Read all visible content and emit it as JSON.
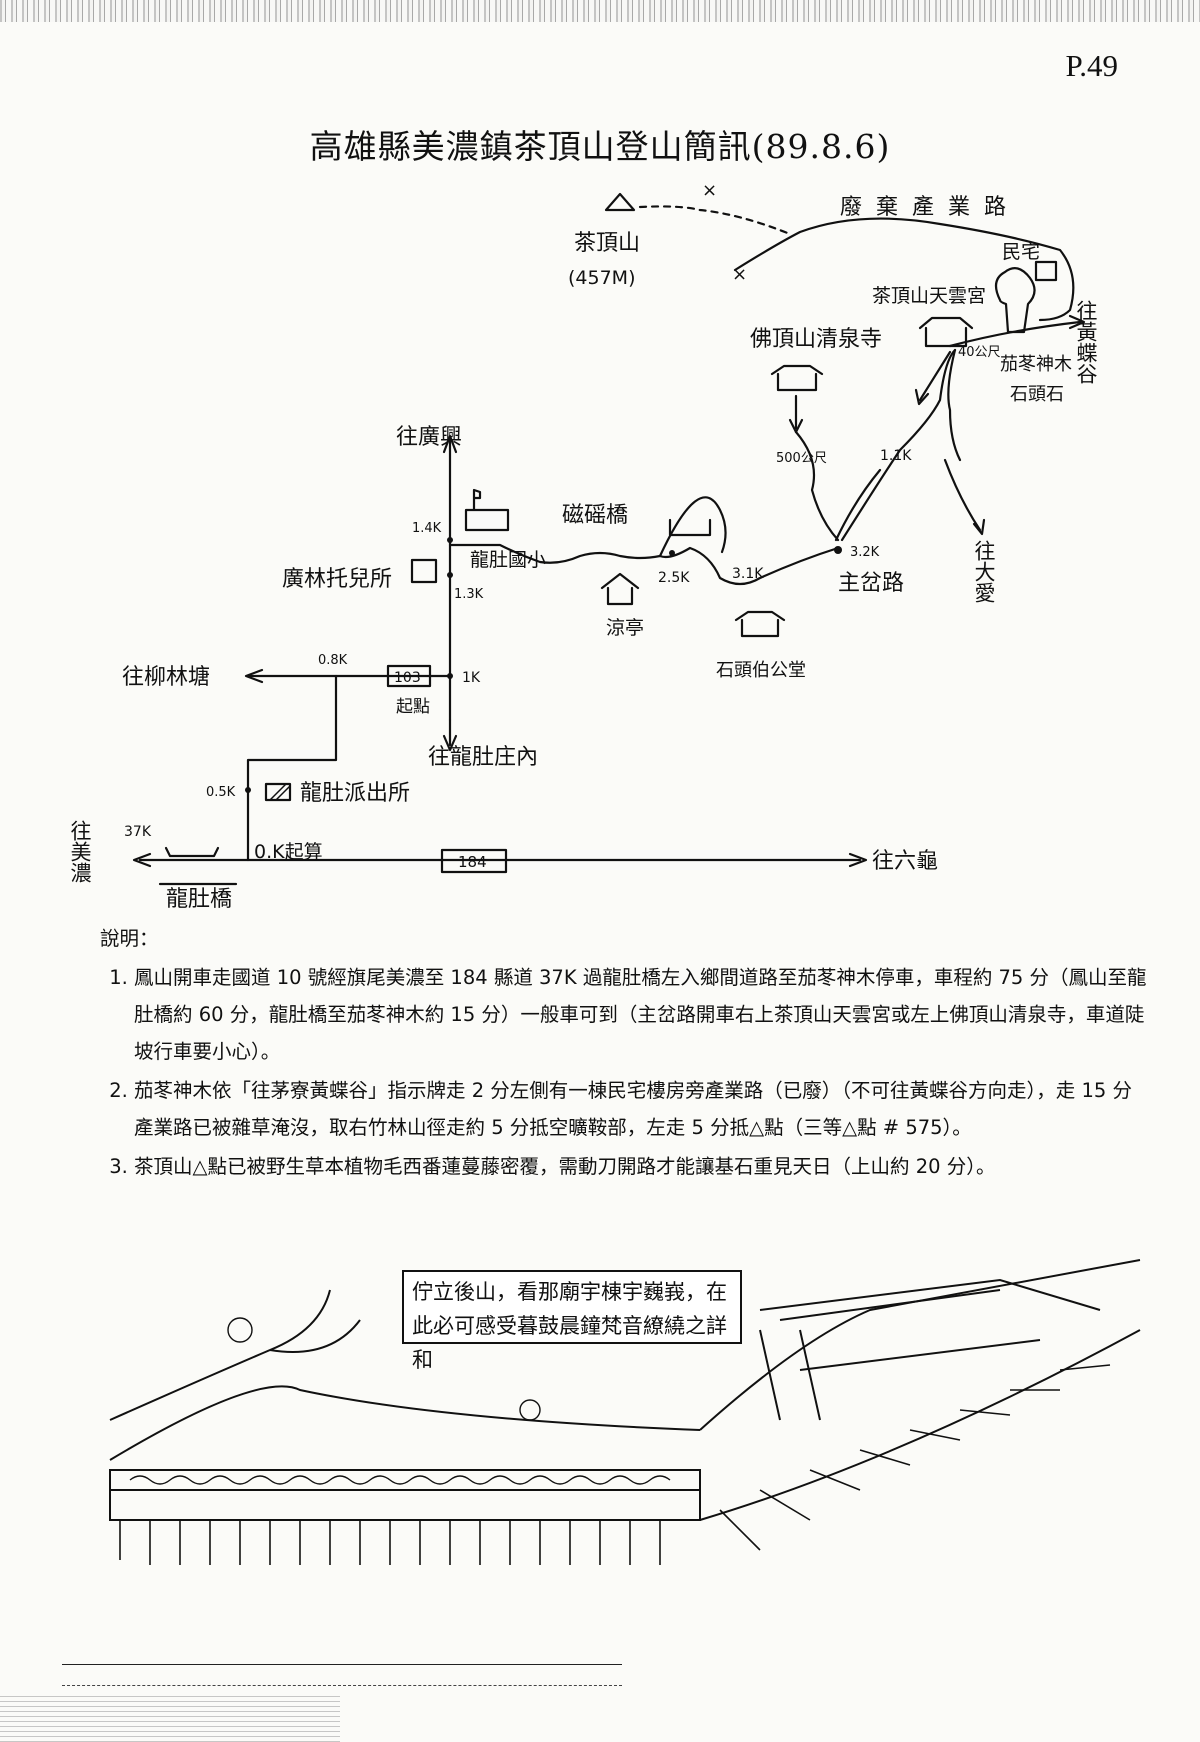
{
  "page_number": "P.49",
  "title": "高雄縣美濃鎮茶頂山登山簡訊(89.8.6)",
  "map_labels": {
    "peak": "茶頂山",
    "peak_elev": "(457M)",
    "industry_road": "廢棄產業路",
    "residence": "民宅",
    "temple_tianyun": "茶頂山天雲宮",
    "temple_foding": "佛頂山清泉寺",
    "to_huangdie": "往黃蝶谷",
    "camphor": "茄苳神木",
    "stone_table": "石頭石",
    "dist_40": "40公尺",
    "dist_500": "500公尺",
    "dist_11": "1.1K",
    "to_guangxing": "往廣興",
    "dist_14": "1.4K",
    "school": "龍肚國小",
    "kindergarten": "廣林托兒所",
    "dist_13": "1.3K",
    "bridge_road": "磁磘橋",
    "dist_25": "2.5K",
    "pavilion": "涼亭",
    "dist_31": "3.1K",
    "dist_32": "3.2K",
    "fork": "主岔路",
    "to_daai": "往大愛",
    "ancestral_hall": "石頭伯公堂",
    "to_liulin": "往柳林塘",
    "dist_08": "0.8K",
    "road103": "103",
    "start": "起點",
    "dist_1": "1K",
    "to_longdu": "往龍肚庄內",
    "dist_05": "0.5K",
    "police": "龍肚派出所",
    "to_meinong": "往美濃",
    "dist_37": "37K",
    "zero_k": "0.K起算",
    "road184": "184",
    "to_liugui": "往六龜",
    "longdu_bridge": "龍肚橋"
  },
  "notes": {
    "heading": "說明：",
    "items": [
      "鳳山開車走國道 10 號經旗尾美濃至 184 縣道 37K 過龍肚橋左入鄉間道路至茄苳神木停車，車程約 75 分（鳳山至龍肚橋約 60 分，龍肚橋至茄苳神木約 15 分）一般車可到（主岔路開車右上茶頂山天雲宮或左上佛頂山清泉寺，車道陡坡行車要小心）。",
      "茄苳神木依「往茅寮黃蝶谷」指示牌走 2 分左側有一棟民宅樓房旁產業路（已廢）（不可往黃蝶谷方向走），走 15 分產業路已被雜草淹沒，取右竹林山徑走約 5 分抵空曠鞍部，左走 5 分抵△點（三等△點 # 575）。",
      "茶頂山△點已被野生草本植物毛西番蓮蔓藤密覆，需動刀開路才能讓基石重見天日（上山約 20 分）。"
    ]
  },
  "caption": {
    "line1": "佇立後山，看那廟宇棟宇巍峩，在",
    "line2": "此必可感受暮鼓晨鐘梵音繚繞之詳和"
  }
}
